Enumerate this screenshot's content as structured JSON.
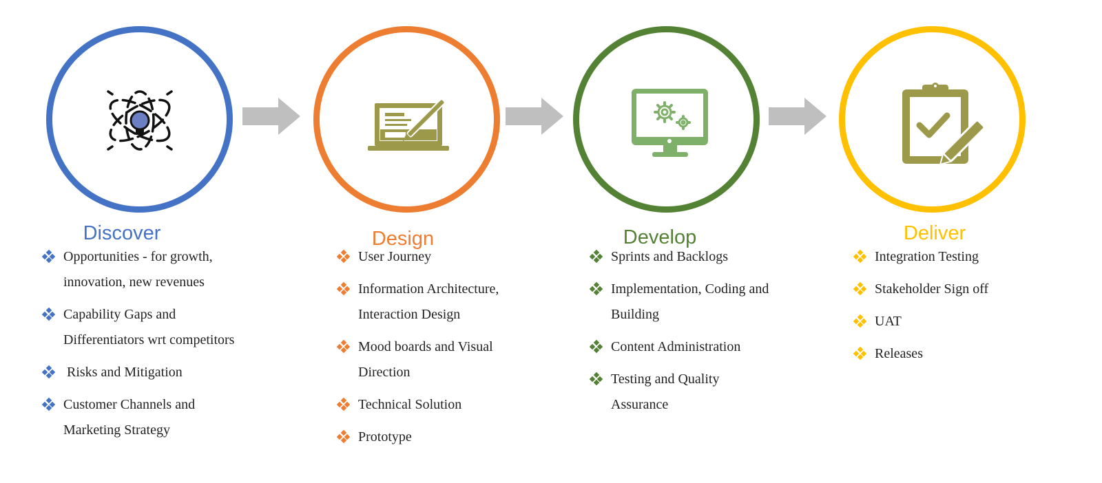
{
  "colors": {
    "discover": "#4472C4",
    "design": "#ED7D31",
    "develop": "#548235",
    "deliver": "#FFC000",
    "arrow": "#BFBFBF",
    "icon_olive": "#9C9A4A",
    "icon_green": "#7FB069",
    "icon_dark": "#111111",
    "icon_bulb": "#6C7FC2"
  },
  "stages": [
    {
      "title": "Discover",
      "icon": "atom-lightbulb-icon",
      "items": [
        "Opportunities - for growth, innovation, new revenues",
        "Capability Gaps and Differentiators wrt competitors",
        " Risks and Mitigation",
        "Customer Channels and Marketing Strategy"
      ]
    },
    {
      "title": "Design",
      "icon": "laptop-pen-icon",
      "items": [
        "User Journey",
        "Information Architecture, Interaction Design",
        "Mood boards and Visual Direction",
        "Technical Solution",
        "Prototype"
      ]
    },
    {
      "title": "Develop",
      "icon": "monitor-gears-icon",
      "items": [
        "Sprints and Backlogs",
        "Implementation, Coding and Building",
        "Content Administration",
        "Testing and Quality Assurance"
      ]
    },
    {
      "title": "Deliver",
      "icon": "clipboard-check-icon",
      "items": [
        "Integration Testing",
        "Stakeholder Sign off",
        "UAT",
        "Releases"
      ]
    }
  ]
}
